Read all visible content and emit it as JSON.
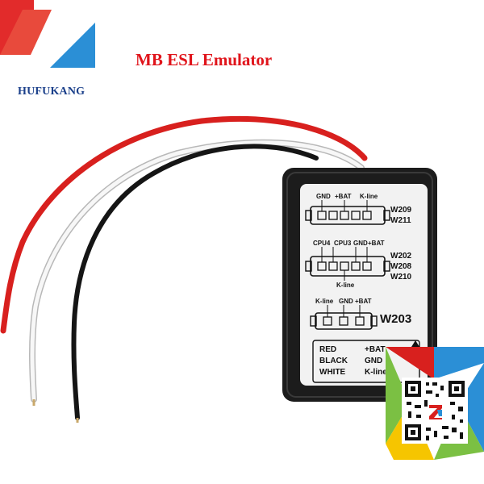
{
  "brand": {
    "name": "HUFUKANG"
  },
  "product": {
    "title": "MB ESL Emulator"
  },
  "connector_1": {
    "pins": [
      "GND",
      "+BAT",
      "K-line"
    ],
    "models": [
      "W209",
      "W211"
    ]
  },
  "connector_2": {
    "pins": [
      "CPU4",
      "CPU3",
      "GND",
      "+BAT"
    ],
    "bottom_pin": "K-line",
    "models": [
      "W202",
      "W208",
      "W210"
    ]
  },
  "connector_3": {
    "pins": [
      "K-line",
      "GND",
      "+BAT"
    ],
    "models": [
      "W203"
    ]
  },
  "legend": {
    "rows": [
      {
        "wire": "RED",
        "signal": "+BAT"
      },
      {
        "wire": "BLACK",
        "signal": "GND"
      },
      {
        "wire": "WHITE",
        "signal": "K-line"
      }
    ]
  },
  "colors": {
    "brand_red": "#e0141b",
    "brand_blue": "#1a3f8a",
    "logo_blue": "#2b8fd6",
    "box_body": "#1c1c1c",
    "label_panel": "#f2f2f2"
  }
}
